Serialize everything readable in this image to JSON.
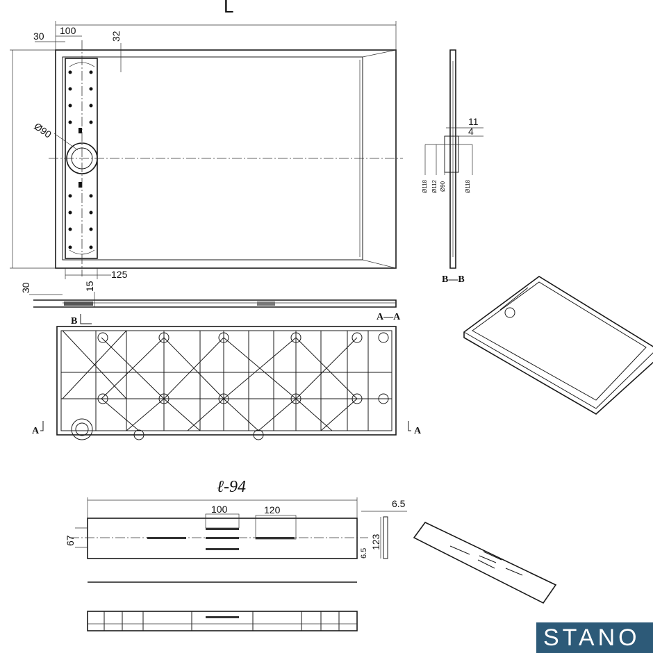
{
  "top_view": {
    "length_label": "L",
    "dim_30": "30",
    "dim_100": "100",
    "dim_32": "32",
    "dim_dia90": "Ø90",
    "dim_125": "125"
  },
  "side_view": {
    "dim_30": "30",
    "dim_15": "15",
    "section_b": "B",
    "section_aa": "A—A",
    "marker_a": "A"
  },
  "section_bb": {
    "dim_11": "11",
    "dim_4": "4",
    "dia_118_left": "Ø118",
    "dia_112": "Ø112",
    "dia_90": "Ø90",
    "dia_118_right": "Ø118",
    "label": "B—B"
  },
  "grate": {
    "length_label": "ℓ-94",
    "dim_100": "100",
    "dim_120": "120",
    "dim_67": "67",
    "dim_6_5_top": "6.5",
    "dim_6_5_side": "6.5",
    "dim_123": "123"
  },
  "brand": {
    "logo_text": "STANO",
    "color": "#2d5a78"
  }
}
